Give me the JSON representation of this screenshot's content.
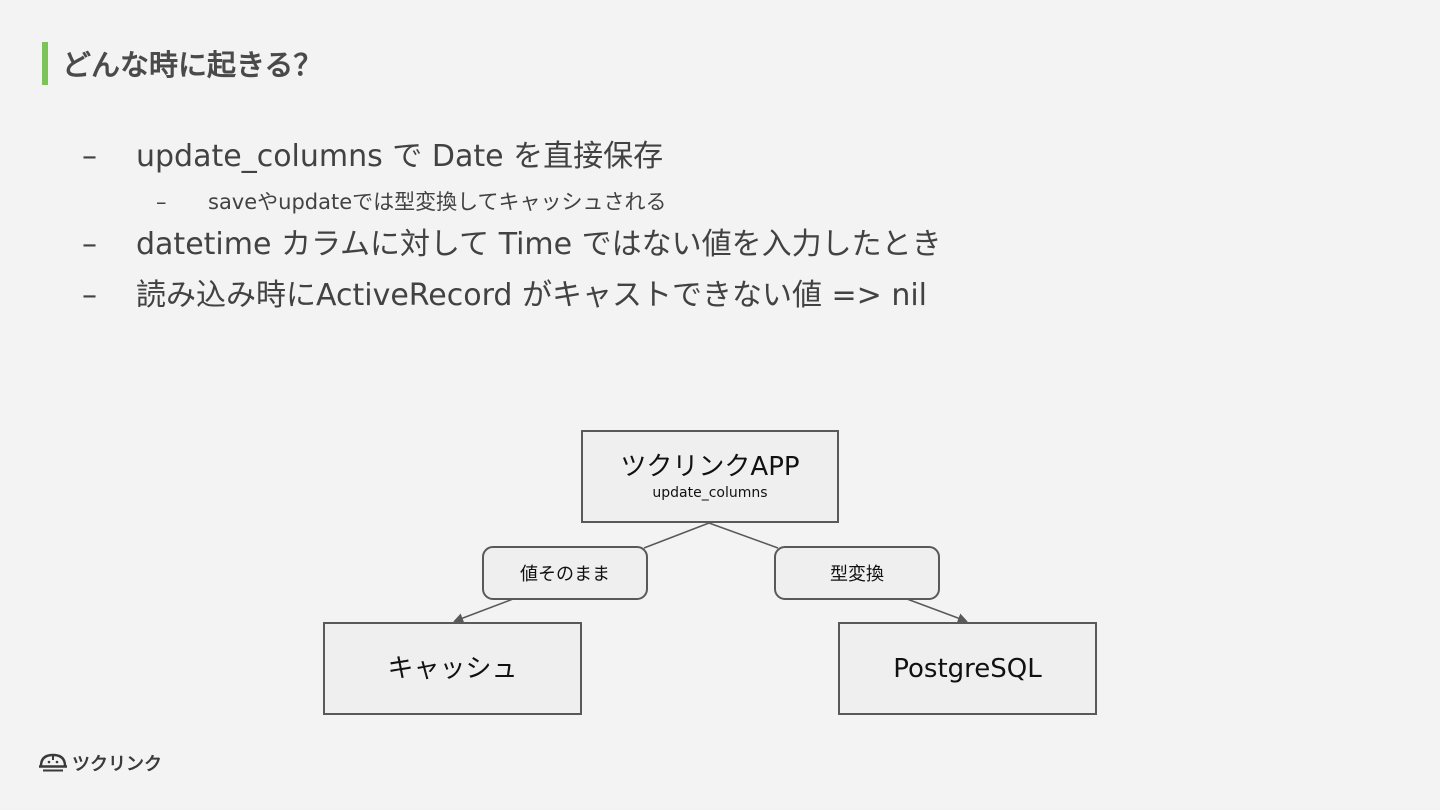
{
  "slide": {
    "title": "どんな時に起きる？",
    "accent_color": "#7cc45a"
  },
  "bullets": [
    {
      "marker": "–",
      "text": "update_columns で Date を直接保存"
    },
    {
      "marker": "–",
      "text": "saveやupdateでは型変換してキャッシュされる"
    },
    {
      "marker": "–",
      "text": "datetime カラムに対して Time ではない値を入力したとき"
    },
    {
      "marker": "–",
      "text": "読み込み時にActiveRecord がキャストできない値 => nil"
    }
  ],
  "diagram": {
    "nodes": {
      "app": {
        "label": "ツクリンクAPP",
        "sublabel": "update_columns"
      },
      "cache": {
        "label": "キャッシュ"
      },
      "db": {
        "label": "PostgreSQL"
      }
    },
    "edges": {
      "left": {
        "label": "値そのまま"
      },
      "right": {
        "label": "型変換"
      }
    }
  },
  "footer": {
    "logo_text": "ツクリンク",
    "logo_icon": "helmet-icon"
  }
}
